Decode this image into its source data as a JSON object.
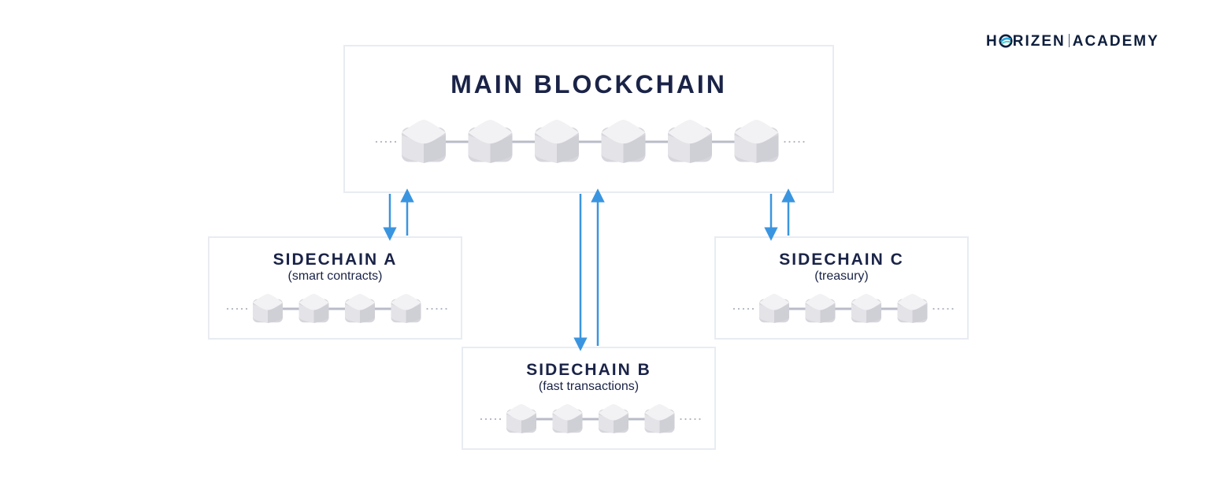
{
  "logo": {
    "brand_h": "H",
    "brand_rest": "RIZEN",
    "academy": "ACADEMY",
    "icon": "horizen-o-icon"
  },
  "main": {
    "title": "MAIN BLOCKCHAIN",
    "block_count": 6
  },
  "sidechains": [
    {
      "title": "SIDECHAIN A",
      "subtitle": "(smart contracts)",
      "block_count": 4
    },
    {
      "title": "SIDECHAIN B",
      "subtitle": "(fast transactions)",
      "block_count": 4
    },
    {
      "title": "SIDECHAIN C",
      "subtitle": "(treasury)",
      "block_count": 4
    }
  ],
  "colors": {
    "arrow": "#3a95e0",
    "title_text": "#1a2347",
    "box_border": "#e8ecf2",
    "block_top": "#f2f2f4",
    "block_side": "#d6d6dc",
    "connector": "#b9bcc8",
    "logo_accent": "#29a8dd"
  }
}
